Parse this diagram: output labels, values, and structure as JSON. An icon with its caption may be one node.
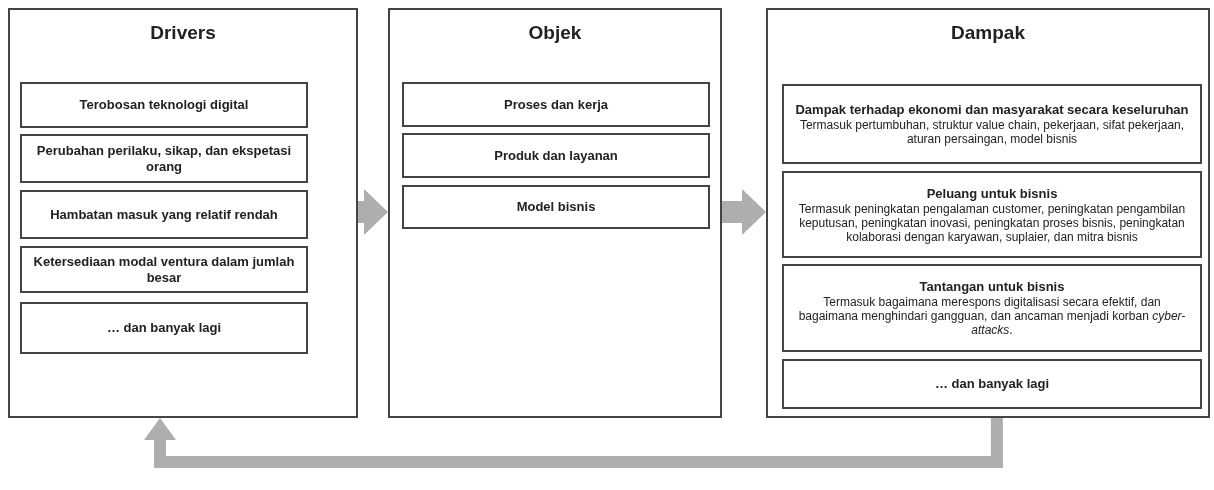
{
  "diagram": {
    "nodes": [
      {
        "text": [
          "Drivers"
        ]
      },
      {
        "text": [
          "Terobosan teknologi digital"
        ],
        "in": 0
      },
      {
        "text": [
          "Perubahan perilaku, sikap, dan ekspetasi orang"
        ],
        "in": 0
      },
      {
        "text": [
          "Hambatan masuk yang relatif rendah"
        ],
        "in": 0
      },
      {
        "text": [
          "Ketersediaan modal ventura dalam jumlah besar"
        ],
        "in": 0
      },
      {
        "text": [
          "… dan banyak lagi"
        ],
        "in": 0
      },
      {
        "text": [
          "Objek"
        ]
      },
      {
        "text": [
          "Proses dan kerja"
        ],
        "in": 6
      },
      {
        "text": [
          "Produk dan layanan"
        ],
        "in": 6
      },
      {
        "text": [
          "Model bisnis"
        ],
        "in": 6
      },
      {
        "text": [
          "Dampak"
        ]
      },
      {
        "text": [
          "Dampak terhadap ekonomi dan masyarakat secara keseluruhan",
          "Termasuk pertumbuhan, struktur value chain, pekerjaan, sifat pekerjaan, aturan persaingan, model bisnis"
        ],
        "in": 10
      },
      {
        "text": [
          "Peluang untuk bisnis",
          "Termasuk peningkatan pengalaman customer, peningkatan pengambilan keputusan, peningkatan inovasi, peningkatan proses bisnis, peningkatan kolaborasi dengan karyawan, suplaier, dan mitra bisnis"
        ],
        "in": 10
      },
      {
        "text": [
          "Tantangan untuk bisnis",
          "Termasuk bagaimana merespons digitalisasi secara efektif, dan bagaimana menghindari gangguan, dan ancaman menjadi korban *cyber-attacks*."
        ],
        "in": 10
      },
      {
        "text": [
          "… dan banyak lagi"
        ],
        "in": 10
      }
    ],
    "edges": [
      {
        "from": 0,
        "to": 6,
        "arrow": "to"
      },
      {
        "from": 6,
        "to": 10,
        "arrow": "to"
      },
      {
        "from": 10,
        "to": 0,
        "arrow": "to"
      }
    ]
  }
}
